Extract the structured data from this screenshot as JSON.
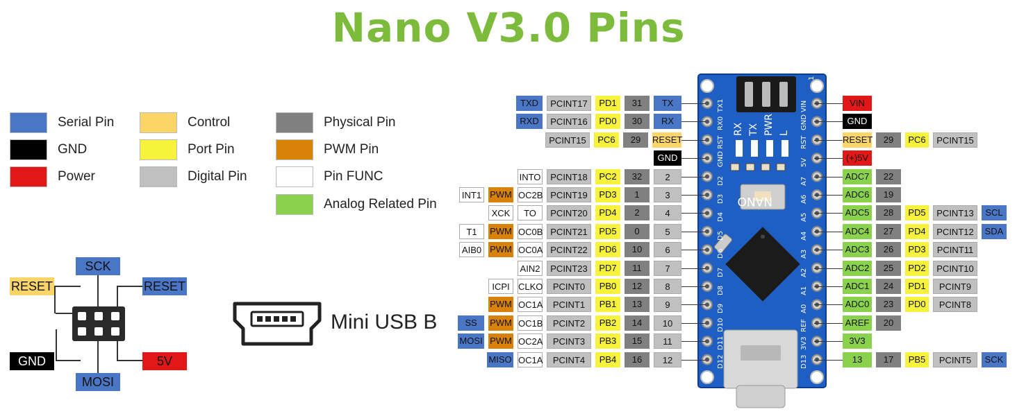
{
  "title": "Nano V3.0 Pins",
  "colors": {
    "serial": "#4a76c6",
    "gnd": "#000000",
    "power": "#e01818",
    "control": "#fbd567",
    "port": "#f7f33c",
    "digital": "#c0c0c0",
    "physical": "#808080",
    "pwm": "#d9820a",
    "func": "#ffffff",
    "analog": "#8ad14e"
  },
  "legend": [
    {
      "label": "Serial Pin",
      "color": "serial"
    },
    {
      "label": "GND",
      "color": "gnd"
    },
    {
      "label": "Power",
      "color": "power"
    },
    {
      "label": "Control",
      "color": "control"
    },
    {
      "label": "Port Pin",
      "color": "port"
    },
    {
      "label": "Digital Pin",
      "color": "digital"
    },
    {
      "label": "Physical Pin",
      "color": "physical"
    },
    {
      "label": "PWM Pin",
      "color": "pwm"
    },
    {
      "label": "Pin FUNC",
      "color": "func"
    },
    {
      "label": "Analog Related Pin",
      "color": "analog"
    }
  ],
  "icsp": {
    "top": "SCK",
    "left_top": "RESET",
    "right_top": "RESET",
    "left_bottom": "GND",
    "right_bottom": "5V",
    "bottom": "MOSI"
  },
  "usb_label": "Mini USB B",
  "board": {
    "name": "NANO",
    "leds": [
      "RX",
      "TX",
      "PWR",
      "L"
    ],
    "left_silk": [
      "TX1",
      "RX0",
      "RST",
      "GND",
      "D2",
      "D3",
      "D4",
      "D5",
      "D6",
      "D7",
      "D8",
      "D9",
      "D10",
      "D11",
      "D12"
    ],
    "right_silk": [
      "VIN",
      "GND",
      "RST",
      "5V",
      "A7",
      "A6",
      "A5",
      "A4",
      "A3",
      "A2",
      "A1",
      "A0",
      "REF",
      "3V3",
      "D13"
    ],
    "corner_mark": "1"
  },
  "left_rows": [
    [
      {
        "t": "TXD",
        "c": "serial"
      },
      {
        "t": "PCINT17",
        "c": "digital"
      },
      {
        "t": "PD1",
        "c": "port"
      },
      {
        "t": "31",
        "c": "physical"
      },
      {
        "t": "TX",
        "c": "serial"
      }
    ],
    [
      {
        "t": "RXD",
        "c": "serial"
      },
      {
        "t": "PCINT16",
        "c": "digital"
      },
      {
        "t": "PD0",
        "c": "port"
      },
      {
        "t": "30",
        "c": "physical"
      },
      {
        "t": "RX",
        "c": "serial"
      }
    ],
    [
      {
        "t": "PCINT15",
        "c": "digital"
      },
      {
        "t": "PC6",
        "c": "port"
      },
      {
        "t": "29",
        "c": "physical"
      },
      {
        "t": "RESET",
        "c": "control"
      }
    ],
    [
      {
        "t": "GND",
        "c": "gnd"
      }
    ],
    [
      {
        "t": "INTO",
        "c": "func"
      },
      {
        "t": "PCINT18",
        "c": "digital"
      },
      {
        "t": "PC2",
        "c": "port"
      },
      {
        "t": "32",
        "c": "physical"
      },
      {
        "t": "2",
        "c": "digital"
      }
    ],
    [
      {
        "t": "INT1",
        "c": "func"
      },
      {
        "t": "PWM",
        "c": "pwm"
      },
      {
        "t": "OC2B",
        "c": "func"
      },
      {
        "t": "PCINT19",
        "c": "digital"
      },
      {
        "t": "PD3",
        "c": "port"
      },
      {
        "t": "1",
        "c": "physical"
      },
      {
        "t": "3",
        "c": "digital"
      }
    ],
    [
      {
        "t": "XCK",
        "c": "func"
      },
      {
        "t": "TO",
        "c": "func"
      },
      {
        "t": "PCINT20",
        "c": "digital"
      },
      {
        "t": "PD4",
        "c": "port"
      },
      {
        "t": "2",
        "c": "physical"
      },
      {
        "t": "4",
        "c": "digital"
      }
    ],
    [
      {
        "t": "T1",
        "c": "func"
      },
      {
        "t": "PWM",
        "c": "pwm"
      },
      {
        "t": "OC0B",
        "c": "func"
      },
      {
        "t": "PCINT21",
        "c": "digital"
      },
      {
        "t": "PD5",
        "c": "port"
      },
      {
        "t": "0",
        "c": "physical"
      },
      {
        "t": "5",
        "c": "digital"
      }
    ],
    [
      {
        "t": "AIB0",
        "c": "func"
      },
      {
        "t": "PWM",
        "c": "pwm"
      },
      {
        "t": "OC0A",
        "c": "func"
      },
      {
        "t": "PCINT22",
        "c": "digital"
      },
      {
        "t": "PD6",
        "c": "port"
      },
      {
        "t": "10",
        "c": "physical"
      },
      {
        "t": "6",
        "c": "digital"
      }
    ],
    [
      {
        "t": "AIN2",
        "c": "func"
      },
      {
        "t": "PCINT23",
        "c": "digital"
      },
      {
        "t": "PD7",
        "c": "port"
      },
      {
        "t": "11",
        "c": "physical"
      },
      {
        "t": "7",
        "c": "digital"
      }
    ],
    [
      {
        "t": "ICPI",
        "c": "func"
      },
      {
        "t": "CLKO",
        "c": "func"
      },
      {
        "t": "PCINT0",
        "c": "digital"
      },
      {
        "t": "PB0",
        "c": "port"
      },
      {
        "t": "12",
        "c": "physical"
      },
      {
        "t": "8",
        "c": "digital"
      }
    ],
    [
      {
        "t": "PWM",
        "c": "pwm"
      },
      {
        "t": "OC1A",
        "c": "func"
      },
      {
        "t": "PCINT1",
        "c": "digital"
      },
      {
        "t": "PB1",
        "c": "port"
      },
      {
        "t": "13",
        "c": "physical"
      },
      {
        "t": "9",
        "c": "digital"
      }
    ],
    [
      {
        "t": "SS",
        "c": "serial"
      },
      {
        "t": "PWM",
        "c": "pwm"
      },
      {
        "t": "OC1B",
        "c": "func"
      },
      {
        "t": "PCINT2",
        "c": "digital"
      },
      {
        "t": "PB2",
        "c": "port"
      },
      {
        "t": "14",
        "c": "physical"
      },
      {
        "t": "10",
        "c": "digital"
      }
    ],
    [
      {
        "t": "MOSI",
        "c": "serial"
      },
      {
        "t": "PWM",
        "c": "pwm"
      },
      {
        "t": "OC2A",
        "c": "func"
      },
      {
        "t": "PCINT3",
        "c": "digital"
      },
      {
        "t": "PB3",
        "c": "port"
      },
      {
        "t": "15",
        "c": "physical"
      },
      {
        "t": "11",
        "c": "digital"
      }
    ],
    [
      {
        "t": "MISO",
        "c": "serial"
      },
      {
        "t": "OC1A",
        "c": "func"
      },
      {
        "t": "PCINT4",
        "c": "digital"
      },
      {
        "t": "PB4",
        "c": "port"
      },
      {
        "t": "16",
        "c": "physical"
      },
      {
        "t": "12",
        "c": "digital"
      }
    ]
  ],
  "right_rows": [
    [
      {
        "t": "VIN",
        "c": "power"
      }
    ],
    [
      {
        "t": "GND",
        "c": "gnd"
      }
    ],
    [
      {
        "t": "RESET",
        "c": "control"
      },
      {
        "t": "29",
        "c": "physical"
      },
      {
        "t": "PC6",
        "c": "port"
      },
      {
        "t": "PCINT15",
        "c": "digital"
      }
    ],
    [
      {
        "t": "(+)5V",
        "c": "power"
      }
    ],
    [
      {
        "t": "ADC7",
        "c": "analog"
      },
      {
        "t": "22",
        "c": "physical"
      }
    ],
    [
      {
        "t": "ADC6",
        "c": "analog"
      },
      {
        "t": "19",
        "c": "physical"
      }
    ],
    [
      {
        "t": "ADC5",
        "c": "analog"
      },
      {
        "t": "28",
        "c": "physical"
      },
      {
        "t": "PD5",
        "c": "port"
      },
      {
        "t": "PCINT13",
        "c": "digital"
      },
      {
        "t": "SCL",
        "c": "serial"
      }
    ],
    [
      {
        "t": "ADC4",
        "c": "analog"
      },
      {
        "t": "27",
        "c": "physical"
      },
      {
        "t": "PD4",
        "c": "port"
      },
      {
        "t": "PCINT12",
        "c": "digital"
      },
      {
        "t": "SDA",
        "c": "serial"
      }
    ],
    [
      {
        "t": "ADC3",
        "c": "analog"
      },
      {
        "t": "26",
        "c": "physical"
      },
      {
        "t": "PD3",
        "c": "port"
      },
      {
        "t": "PCINT11",
        "c": "digital"
      }
    ],
    [
      {
        "t": "ADC2",
        "c": "analog"
      },
      {
        "t": "25",
        "c": "physical"
      },
      {
        "t": "PD2",
        "c": "port"
      },
      {
        "t": "PCINT10",
        "c": "digital"
      }
    ],
    [
      {
        "t": "ADC1",
        "c": "analog"
      },
      {
        "t": "24",
        "c": "physical"
      },
      {
        "t": "PD1",
        "c": "port"
      },
      {
        "t": "PCINT9",
        "c": "digital"
      }
    ],
    [
      {
        "t": "ADC0",
        "c": "analog"
      },
      {
        "t": "23",
        "c": "physical"
      },
      {
        "t": "PD0",
        "c": "port"
      },
      {
        "t": "PCINT8",
        "c": "digital"
      }
    ],
    [
      {
        "t": "AREF",
        "c": "analog"
      },
      {
        "t": "20",
        "c": "physical"
      }
    ],
    [
      {
        "t": "3V3",
        "c": "analog"
      }
    ],
    [
      {
        "t": "13",
        "c": "analog"
      },
      {
        "t": "17",
        "c": "physical"
      },
      {
        "t": "PB5",
        "c": "port"
      },
      {
        "t": "PCINT5",
        "c": "digital"
      },
      {
        "t": "SCK",
        "c": "serial"
      }
    ]
  ]
}
